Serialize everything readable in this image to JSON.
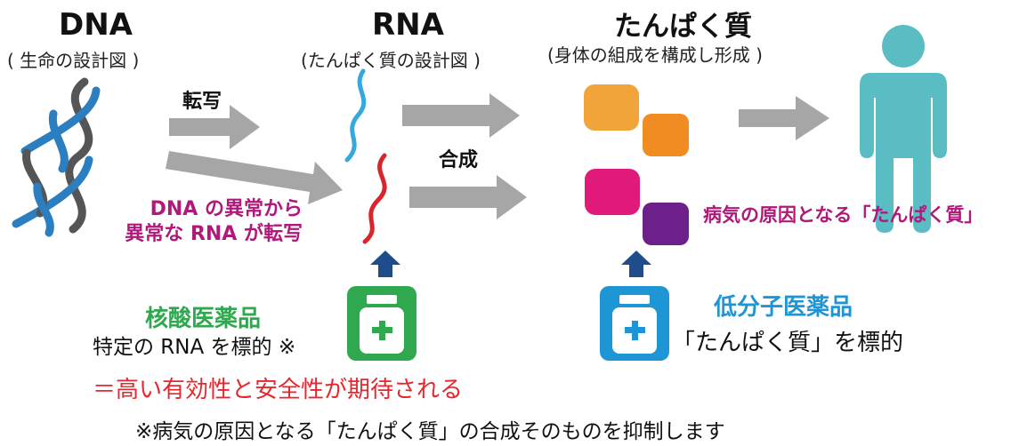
{
  "dna": {
    "title": "DNA",
    "subtitle": "( 生命の設計図 )"
  },
  "rna": {
    "title": "RNA",
    "subtitle": "(たんぱく質の設計図 )"
  },
  "protein": {
    "title": "たんぱく質",
    "subtitle": "(身体の組成を構成し形成 )"
  },
  "arrows": {
    "transcription": "転写",
    "synthesis": "合成"
  },
  "abnormal": {
    "line1": "DNA の異常から",
    "line2": "異常な RNA が転写"
  },
  "disease_protein": "病気の原因となる「たんぱく質」",
  "nucleic_drug": {
    "name": "核酸医薬品",
    "target": "特定の RNA を標的 ※",
    "benefit": "＝高い有効性と安全性が期待される"
  },
  "small_molecule_drug": {
    "name": "低分子医薬品",
    "target": "「たんぱく質」を標的"
  },
  "footnote": "※病気の原因となる「たんぱく質」の合成そのものを抑制します",
  "colors": {
    "dna_blue": "#2b7fc1",
    "dna_gray": "#555555",
    "rna_blue": "#35a8dc",
    "rna_red": "#d9262c",
    "protein_orange": "#f0a43a",
    "protein_orange_dark": "#f08c22",
    "protein_pink": "#e0197a",
    "protein_purple": "#6d1f8a",
    "human_teal": "#5bbdc4",
    "drug_green": "#2fa84f",
    "drug_blue": "#1e96d6",
    "arrow_gray": "#a6a6a6",
    "arrow_navy": "#1f4d8c",
    "magenta_text": "#b0197a",
    "green_text": "#2fa84f",
    "blue_text": "#1e96d6",
    "red_text": "#e8262c"
  }
}
